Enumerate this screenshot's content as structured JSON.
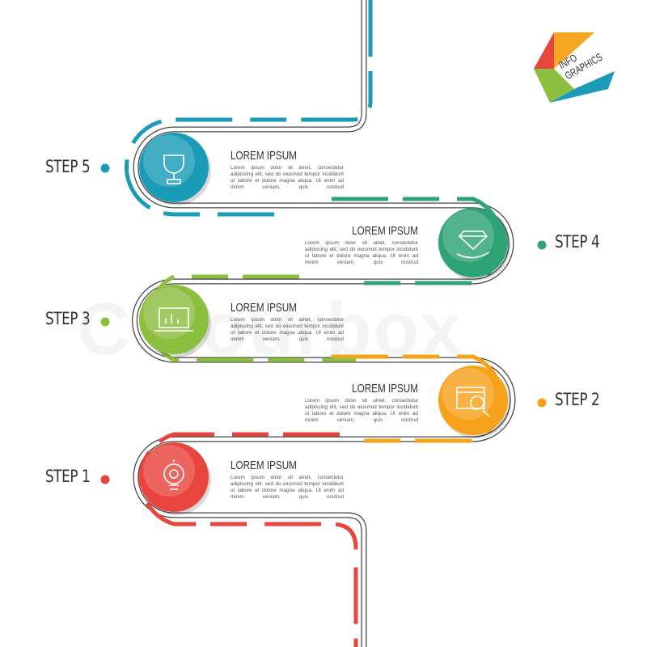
{
  "watermark": "Colourbox",
  "logo": {
    "line1": "INFO",
    "line2": "GRAPHICS",
    "colors": [
      "#f5a623",
      "#e8453c",
      "#8cbf3f",
      "#1a9bb8"
    ]
  },
  "steps": [
    {
      "label": "STEP 1",
      "title": "LOREM IPSUM",
      "text": "Lorem ipsum dolor sit amet, consectetur adipiscing elit, sed do eiusmod tempor incididunt ut labore et dolore magna aliqua. Ut enim ad minim veniam, quis nostrud",
      "color": "#e8453c",
      "icon": "lightbulb-gear-icon"
    },
    {
      "label": "STEP 2",
      "title": "LOREM IPSUM",
      "text": "Lorem ipsum dolor sit amet, consectetur adipiscing elit, sed do eiusmod tempor incididunt ut labore et dolore magna aliqua. Ut enim ad minim veniam, quis nostrud",
      "color": "#f7a21b",
      "icon": "browser-search-icon"
    },
    {
      "label": "STEP 3",
      "title": "LOREM IPSUM",
      "text": "Lorem ipsum dolor sit amet, consectetur adipiscing elit, sed do eiusmod tempor incididunt ut labore et dolore magna aliqua. Ut enim ad minim veniam, quis nostrud",
      "color": "#8cbf3f",
      "icon": "laptop-chart-icon"
    },
    {
      "label": "STEP 4",
      "title": "LOREM IPSUM",
      "text": "Lorem ipsum dolor sit amet, consectetur adipiscing elit, sed do eiusmod tempor incididunt ut labore et dolore magna aliqua. Ut enim ad minim veniam, quis nostrud",
      "color": "#2ea375",
      "icon": "diamond-hand-icon"
    },
    {
      "label": "STEP 5",
      "title": "LOREM IPSUM",
      "text": "Lorem ipsum dolor sit amet, consectetur adipiscing elit, sed do eiusmod tempor incididunt ut labore et dolore magna aliqua. Ut enim ad minim veniam, quis nostrud",
      "color": "#1a9bb8",
      "icon": "trophy-icon"
    }
  ]
}
